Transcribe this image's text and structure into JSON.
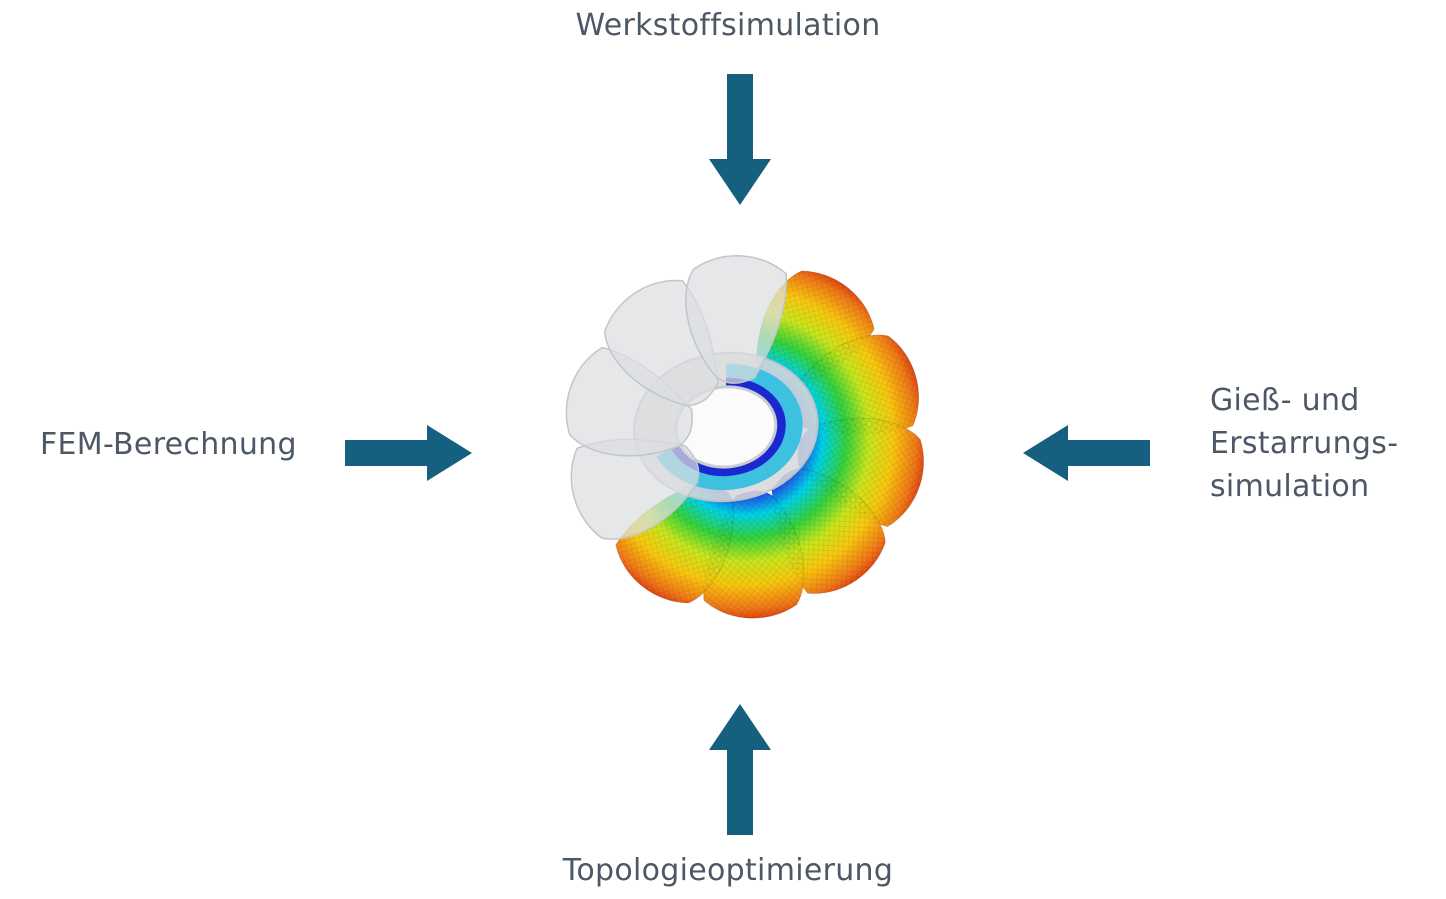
{
  "diagram": {
    "labels": {
      "top": "Werkstoffsimulation",
      "left": "FEM-Berechnung",
      "right_lines": [
        "Gieß- und",
        "Erstarrungs-",
        "simulation"
      ],
      "bottom": "Topologieoptimierung"
    },
    "arrows": {
      "top": "arrow-down",
      "left": "arrow-right",
      "right": "arrow-left",
      "bottom": "arrow-up"
    },
    "center": {
      "name": "impeller-simulation-render",
      "description": "3D impeller wheel, half grey CAD geometry, half rainbow FEM simulation mesh"
    },
    "colors": {
      "arrow": "#15607e",
      "text": "#4d5866"
    }
  }
}
